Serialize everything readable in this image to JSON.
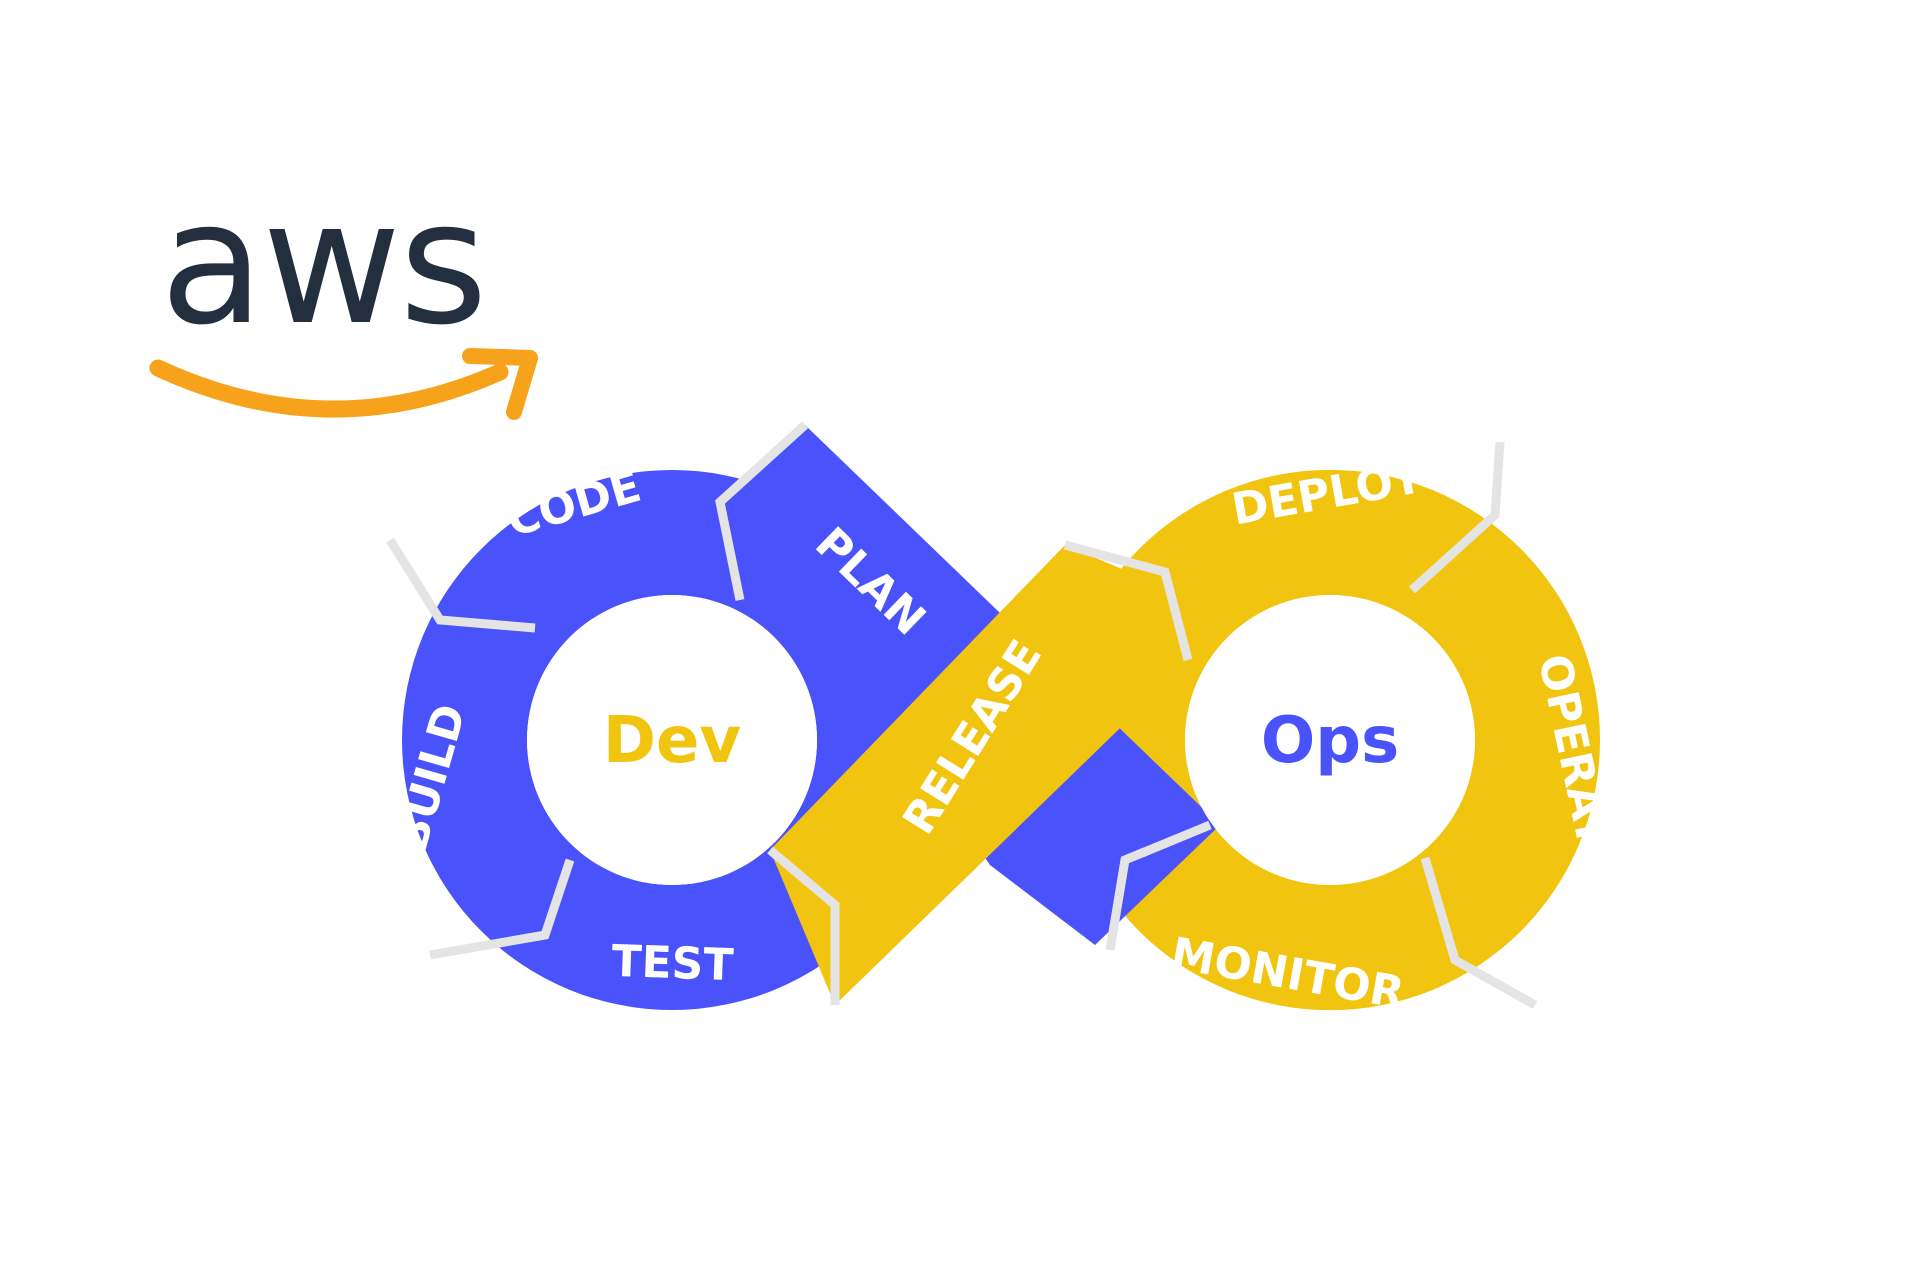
{
  "logo": {
    "text": "aws",
    "text_color": "#232f3e",
    "smile_color": "#f7a21b"
  },
  "colors": {
    "dev": "#4a52fb",
    "ops": "#f1c40f",
    "separator": "#e4e4e4",
    "background": "#ffffff"
  },
  "centers": {
    "dev": {
      "label": "Dev",
      "color": "#f1c40f"
    },
    "ops": {
      "label": "Ops",
      "color": "#4a52fb"
    }
  },
  "stages": [
    {
      "key": "code",
      "label": "CODE",
      "group": "dev"
    },
    {
      "key": "build",
      "label": "BUILD",
      "group": "dev"
    },
    {
      "key": "test",
      "label": "TEST",
      "group": "dev"
    },
    {
      "key": "plan",
      "label": "PLAN",
      "group": "dev"
    },
    {
      "key": "release",
      "label": "RELEASE",
      "group": "ops"
    },
    {
      "key": "deploy",
      "label": "DEPLOY",
      "group": "ops"
    },
    {
      "key": "operate",
      "label": "OPERATE",
      "group": "ops"
    },
    {
      "key": "monitor",
      "label": "MONITOR",
      "group": "ops"
    }
  ]
}
